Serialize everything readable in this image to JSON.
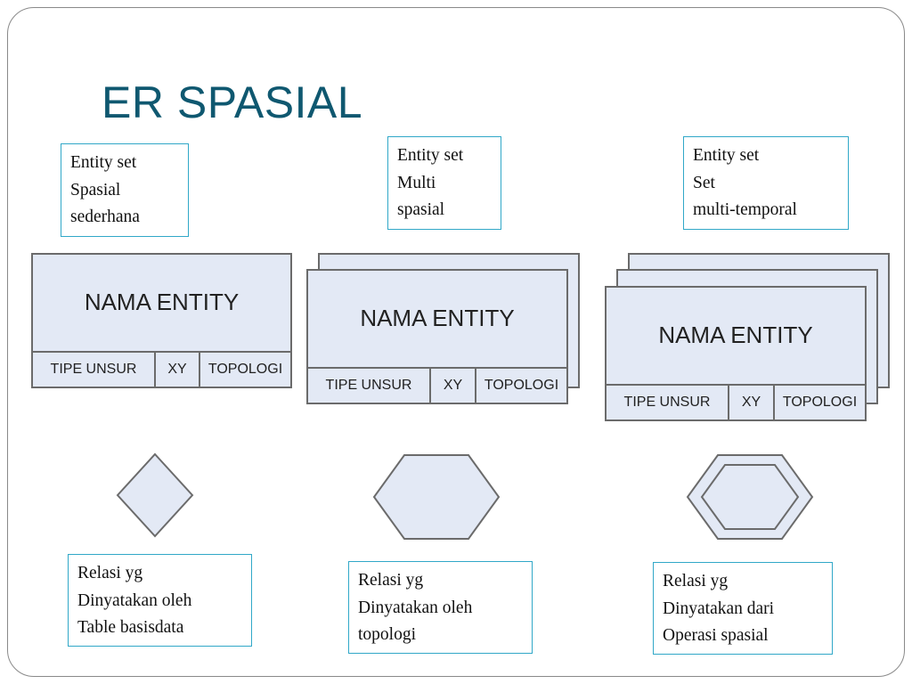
{
  "slide": {
    "title": "ER SPASIAL",
    "entity_label": "NAMA ENTITY",
    "attributes": [
      "TIPE UNSUR",
      "XY",
      "TOPOLOGI"
    ],
    "entity_notes": [
      [
        "Entity set",
        "Spasial",
        "sederhana"
      ],
      [
        "Entity set",
        "Multi",
        "spasial"
      ],
      [
        "Entity set",
        "Set",
        "multi-temporal"
      ]
    ],
    "relation_notes": [
      [
        "Relasi yg",
        "Dinyatakan oleh",
        "Table basisdata"
      ],
      [
        "Relasi yg",
        "Dinyatakan oleh",
        "topologi"
      ],
      [
        "Relasi yg",
        "Dinyatakan dari",
        "Operasi spasial"
      ]
    ],
    "relation_shapes": [
      "diamond",
      "hexagon",
      "double-hexagon"
    ]
  },
  "colors": {
    "title": "#0f5870",
    "note_border": "#31a8c8",
    "fill": "#e3e9f5",
    "stroke": "#6b6b6b"
  }
}
